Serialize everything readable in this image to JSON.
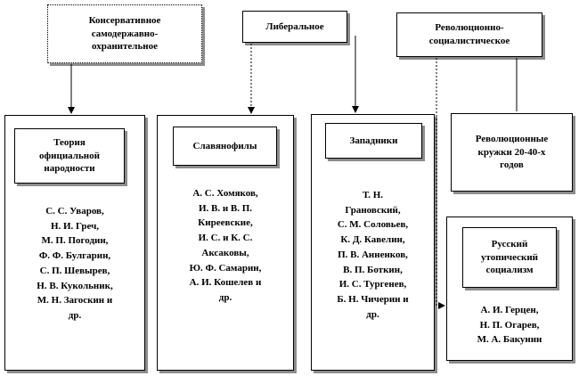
{
  "top": {
    "conservative": [
      "Консервативное",
      "самодержавно-",
      "охранительное"
    ],
    "liberal": [
      "Либеральное"
    ],
    "revolutionary": [
      "Революционно-",
      "социалистическое"
    ]
  },
  "columns": {
    "official": {
      "title": [
        "Теория",
        "официальной",
        "народности"
      ],
      "names": [
        "С. С. Уваров,",
        "Н. И. Греч,",
        "М. П. Погодин,",
        "Ф. Ф. Булгарин,",
        "С. П. Шевырев,",
        "Н. В. Кукольник,",
        "М. Н. Загоскин и",
        "др."
      ]
    },
    "slavophiles": {
      "title": [
        "Славянофилы"
      ],
      "names": [
        "А. С. Хомяков,",
        "И. В. и В. П.",
        "Киреевские,",
        "И. С. и К. С.",
        "Аксаковы,",
        "Ю. Ф. Самарин,",
        "А. И. Кошелев и",
        "др."
      ]
    },
    "westerners": {
      "title": [
        "Западники"
      ],
      "names": [
        "Т. Н.",
        "Грановский,",
        "С. М. Соловьев,",
        "К. Д. Кавелин,",
        "П. В. Анненков,",
        "В. П. Боткин,",
        "И. С. Тургенев,",
        "Б. Н. Чичерин и",
        "др."
      ]
    },
    "circles": {
      "title": [
        "Революционные",
        "кружки 20-40-х",
        "годов"
      ]
    },
    "utopian": {
      "title": [
        "Русский",
        "утопический",
        "социализм"
      ],
      "names": [
        "А. И. Герцен,",
        "Н. П. Огарев,",
        "М. А. Бакунин"
      ]
    }
  }
}
